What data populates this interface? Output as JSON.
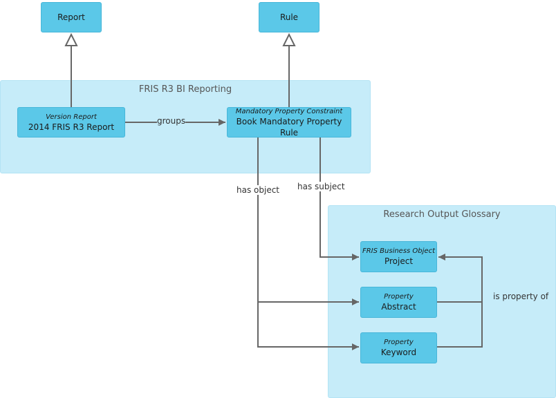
{
  "groups": {
    "bi_reporting": {
      "title": "FRIS R3 BI Reporting"
    },
    "glossary": {
      "title": "Research Output Glossary"
    }
  },
  "nodes": {
    "report": {
      "name": "Report"
    },
    "rule": {
      "name": "Rule"
    },
    "version_report": {
      "stereotype": "Version Report",
      "name": "2014 FRIS R3 Report"
    },
    "mandatory_rule": {
      "stereotype": "Mandatory Property Constraint",
      "name": "Book Mandatory Property Rule"
    },
    "project": {
      "stereotype": "FRIS Business Object",
      "name": "Project"
    },
    "abstract": {
      "stereotype": "Property",
      "name": "Abstract"
    },
    "keyword": {
      "stereotype": "Property",
      "name": "Keyword"
    }
  },
  "edges": {
    "groups": "groups",
    "has_object": "has object",
    "has_subject": "has subject",
    "is_property_of": "is property of"
  },
  "colors": {
    "group_fill": "#c6ecf9",
    "node_fill": "#5bc8e8",
    "edge": "#666666"
  }
}
